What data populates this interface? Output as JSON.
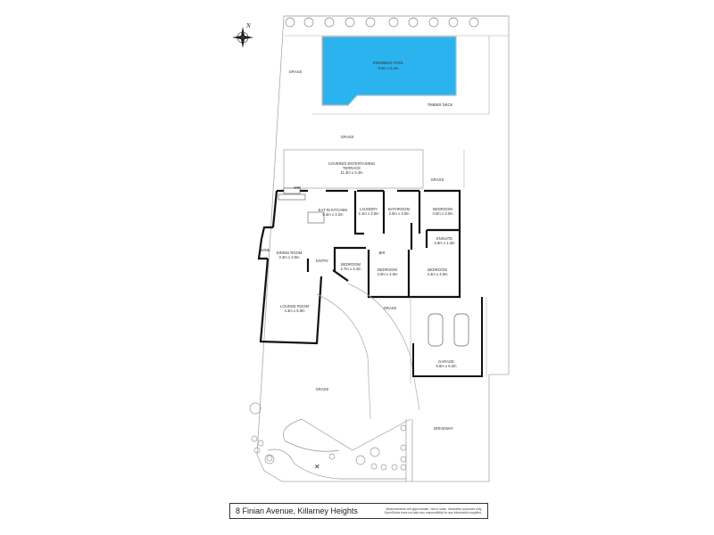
{
  "plan": {
    "address": "8 Finian Avenue, Killarney Heights",
    "disclaimer_line1": "Measurements are approximate. Not to scale. Illustrative purposes only.",
    "disclaimer_line2": "OpenGview does not take any responsibility for any information supplied.",
    "compass": "N",
    "colors": {
      "pool": "#2bb3ef",
      "wall": "#111111",
      "line": "#999999"
    }
  },
  "outdoor": {
    "pool_name": "SWIMMING POOL",
    "pool_size": "9.0m x 5.4m",
    "timber_deck": "TIMBER DECK",
    "grass_nw": "GRASS",
    "grass_mid": "GRASS",
    "grass_e": "GRASS",
    "grass_front_small": "GRASS",
    "grass_front": "GRASS",
    "terrace_name1": "COVERED ENTERTAINING",
    "terrace_name2": "TERRACE",
    "terrace_size": "11.3m x 3.4m",
    "driveway": "DRIVEWAY"
  },
  "rooms": {
    "kitchen_name": "EAT IN KITCHEN",
    "kitchen_size": "6.4m x 3.2m",
    "laundry_name": "LAUNDRY",
    "laundry_size": "2.1m x 3.0m",
    "bathroom_name": "BATHROOM",
    "bathroom_size": "2.0m x 3.0m",
    "bed1_name": "BEDROOM",
    "bed1_size": "4.0m x 3.0m",
    "ensuite_name": "ENSUITE",
    "ensuite_size": "2.8m x 1.3m",
    "dining_name": "DINING ROOM",
    "dining_size": "3.3m x 3.5m",
    "entry": "ENTRY",
    "bed2_name": "BEDROOM",
    "bed2_size": "2.7m x 3.4m",
    "bed3_name": "BEDROOM",
    "bed3_size": "3.0m x 4.0m",
    "bed4_name": "BEDROOM",
    "bed4_size": "4.4m x 4.0m",
    "bir": "BIR",
    "wir": "WIR",
    "lounge_name": "LOUNGE ROOM",
    "lounge_size": "4.3m x 5.8m",
    "garage_name": "GARAGE",
    "garage_size": "5.6m x 6.0m",
    "wine": "WINE"
  }
}
